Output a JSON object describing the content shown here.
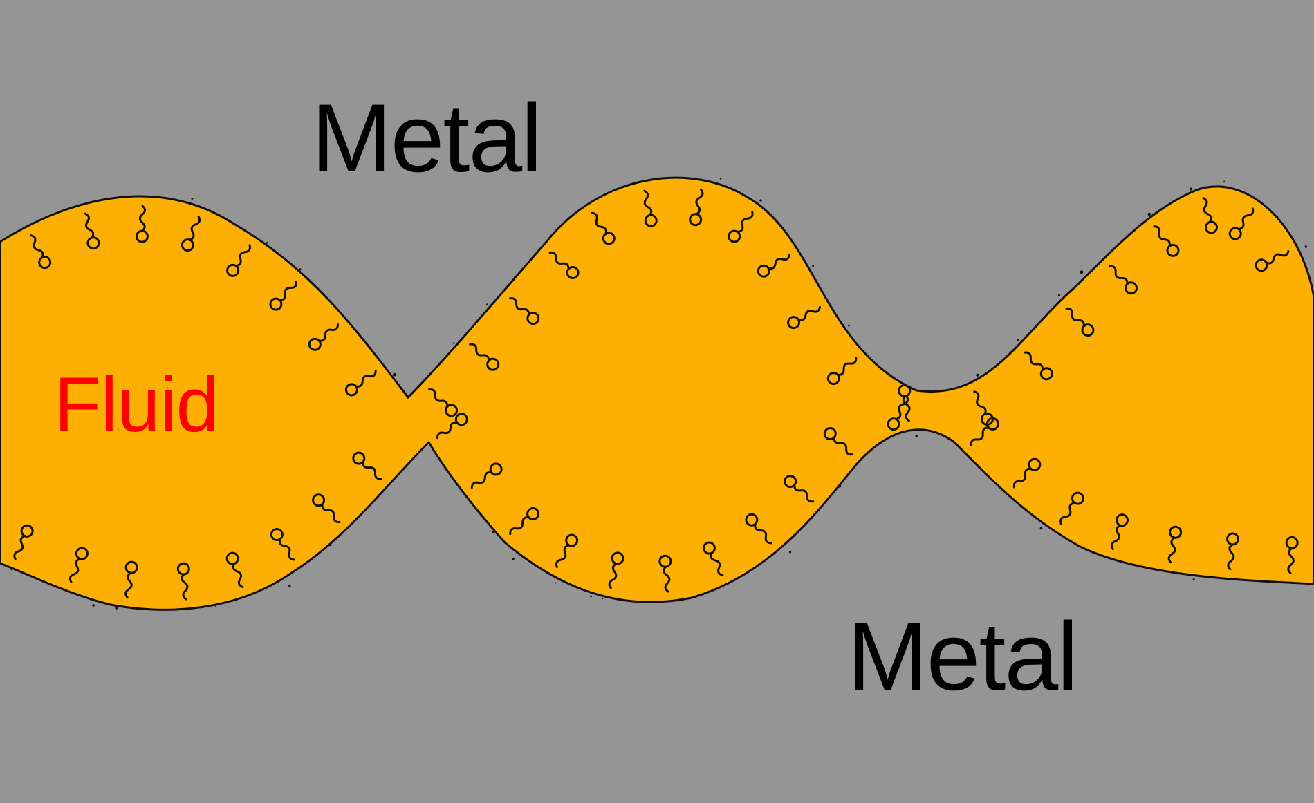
{
  "labels": {
    "metal_top": "Metal",
    "metal_bottom": "Metal",
    "fluid": "Fluid"
  },
  "colors": {
    "background_metal": "#959595",
    "fluid": "#FDB003",
    "outline": "#111111",
    "metal_text": "#000000",
    "fluid_text": "#FF0000"
  },
  "surfactant_icon": "surfactant-molecule-icon"
}
